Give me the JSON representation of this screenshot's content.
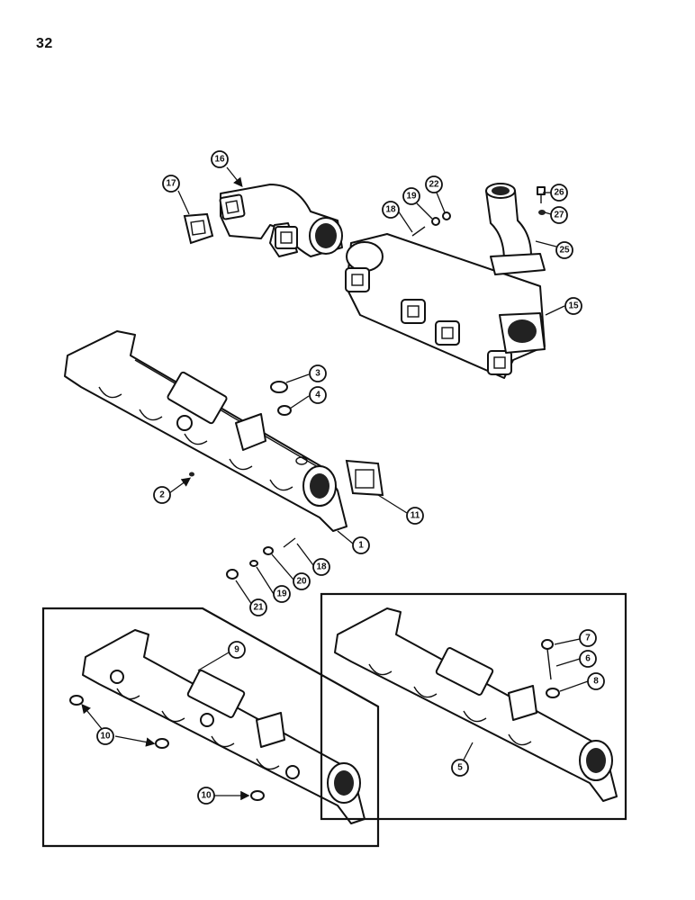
{
  "page": {
    "number": "32"
  },
  "callouts": [
    {
      "id": "c16",
      "label": "16"
    },
    {
      "id": "c17",
      "label": "17"
    },
    {
      "id": "c18a",
      "label": "18"
    },
    {
      "id": "c19a",
      "label": "19"
    },
    {
      "id": "c22",
      "label": "22"
    },
    {
      "id": "c26",
      "label": "26"
    },
    {
      "id": "c27",
      "label": "27"
    },
    {
      "id": "c25",
      "label": "25"
    },
    {
      "id": "c15",
      "label": "15"
    },
    {
      "id": "c3",
      "label": "3"
    },
    {
      "id": "c4",
      "label": "4"
    },
    {
      "id": "c2",
      "label": "2"
    },
    {
      "id": "c11",
      "label": "11"
    },
    {
      "id": "c1",
      "label": "1"
    },
    {
      "id": "c18b",
      "label": "18"
    },
    {
      "id": "c20",
      "label": "20"
    },
    {
      "id": "c19b",
      "label": "19"
    },
    {
      "id": "c21",
      "label": "21"
    },
    {
      "id": "c9",
      "label": "9"
    },
    {
      "id": "c10a",
      "label": "10"
    },
    {
      "id": "c10b",
      "label": "10"
    },
    {
      "id": "c7",
      "label": "7"
    },
    {
      "id": "c6",
      "label": "6"
    },
    {
      "id": "c8",
      "label": "8"
    },
    {
      "id": "c5",
      "label": "5"
    }
  ]
}
